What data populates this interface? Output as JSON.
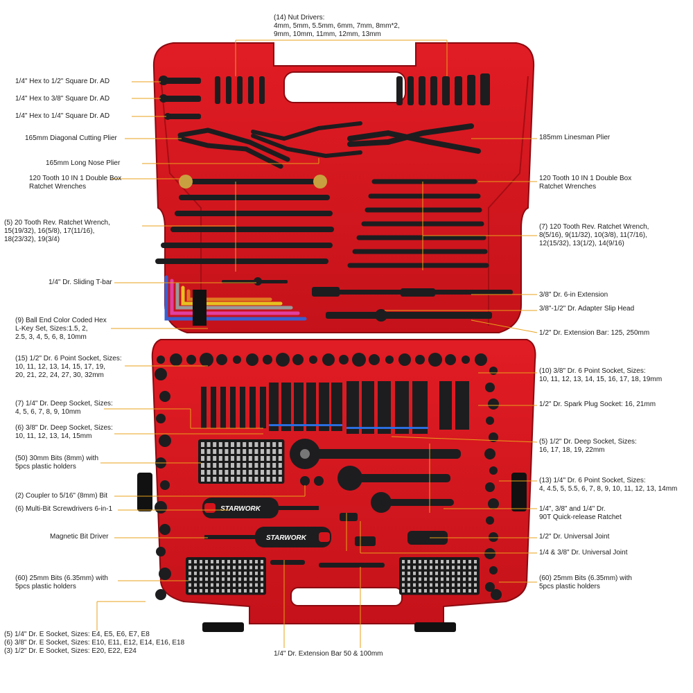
{
  "brand": "STARWORK",
  "colors": {
    "case": "#d4141c",
    "case_dark": "#a50d13",
    "tool": "#1d1d1f",
    "leader": "#e8a21a"
  },
  "labels": {
    "nut_drivers": "(14) Nut Drivers:\n4mm, 5mm, 5.5mm, 6mm, 7mm, 8mm*2,\n9mm, 10mm, 11mm, 12mm, 13mm",
    "hex_half": "1/4\" Hex to 1/2\" Square Dr. AD",
    "hex_threeeighth": "1/4\" Hex to 3/8\" Square Dr. AD",
    "hex_quarter": "1/4\" Hex to 1/4\" Square Dr. AD",
    "diag_plier": "165mm Diagonal Cutting Plier",
    "longnose_plier": "165mm Long Nose Plier",
    "double_box_left": "120 Tooth 10 IN 1 Double Box\nRatchet Wrenches",
    "rev_ratchet_20": "(5) 20 Tooth Rev. Ratchet Wrench,\n15(19/32), 16(5/8), 17(11/16),\n18(23/32), 19(3/4)",
    "sliding_tbar": "1/4\" Dr. Sliding T-bar",
    "ball_end": "(9) Ball End Color Coded Hex\nL-Key Set, Sizes:1.5, 2,\n2.5, 3, 4, 5, 6, 8, 10mm",
    "linesman_plier": "185mm Linesman Plier",
    "double_box_right": "120 Tooth 10 IN 1 Double Box\nRatchet Wrenches",
    "rev_ratchet_120": "(7) 120 Tooth Rev. Ratchet Wrench,\n8(5/16), 9(11/32), 10(3/8), 11(7/16),\n12(15/32), 13(1/2), 14(9/16)",
    "ext_6in": "3/8\" Dr. 6-in Extension",
    "adapter_slip": "3/8\"-1/2\" Dr. Adapter Slip Head",
    "ext_bar_half": "1/2\" Dr. Extension Bar: 125, 250mm",
    "socket_half_6pt": "(15) 1/2\" Dr. 6 Point Socket, Sizes:\n10, 11, 12, 13, 14, 15, 17, 19,\n20, 21, 22, 24, 27, 30, 32mm",
    "deep_quarter": "(7) 1/4\" Dr. Deep Socket, Sizes:\n4, 5, 6, 7, 8, 9, 10mm",
    "deep_threeeighth": "(6) 3/8\" Dr. Deep Socket, Sizes:\n10, 11, 12, 13, 14, 15mm",
    "bits_30mm": "(50) 30mm Bits (8mm) with\n5pcs plastic holders",
    "coupler": "(2) Coupler to 5/16\" (8mm) Bit",
    "multibit": "(6) Multi-Bit Screwdrivers 6-in-1",
    "magnetic": "Magnetic Bit Driver",
    "bits_25mm_left": "(60) 25mm Bits (6.35mm) with\n5pcs plastic holders",
    "e_sockets": "(5) 1/4\" Dr. E Socket, Sizes: E4, E5, E6, E7, E8\n(6) 3/8\" Dr. E Socket, Sizes: E10, E11, E12, E14, E16, E18\n(3) 1/2\" Dr. E Socket, Sizes: E20, E22, E24",
    "ext_quarter": "1/4\" Dr. Extension Bar 50 & 100mm",
    "socket_38_6pt": "(10) 3/8\" Dr. 6 Point Socket, Sizes:\n10, 11, 12, 13, 14, 15, 16, 17, 18, 19mm",
    "spark_plug": "1/2\" Dr. Spark Plug Socket: 16, 21mm",
    "deep_half": "(5) 1/2\" Dr. Deep Socket, Sizes:\n16, 17, 18, 19, 22mm",
    "socket_quarter_6pt": "(13) 1/4\" Dr. 6 Point Socket, Sizes:\n4, 4.5, 5, 5.5, 6, 7, 8, 9, 10, 11, 12, 13, 14mm",
    "quick_release": "1/4\", 3/8\" and 1/4\" Dr.\n90T Quick-release Ratchet",
    "ujoint_half": "1/2\" Dr. Universal Joint",
    "ujoint_small": "1/4 & 3/8\" Dr. Universal Joint",
    "bits_25mm_right": "(60) 25mm Bits (6.35mm) with\n5pcs plastic holders"
  }
}
